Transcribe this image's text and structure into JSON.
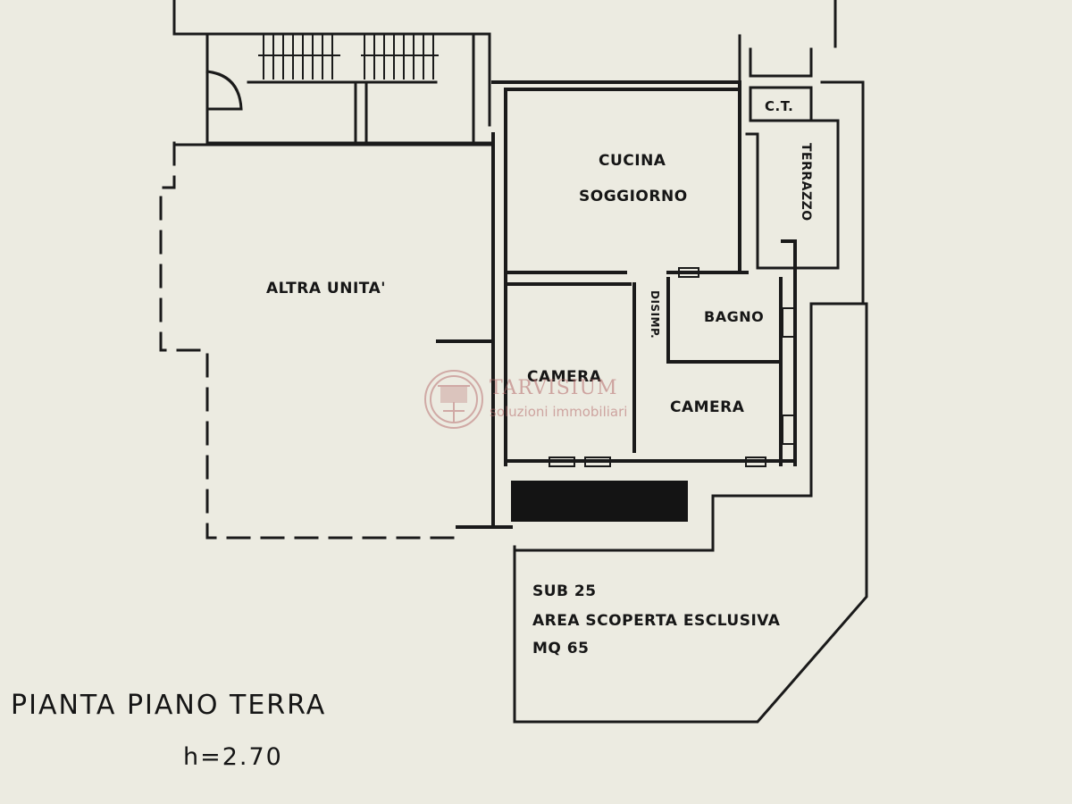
{
  "plan": {
    "rooms": {
      "altra_unita": "ALTRA UNITA'",
      "cucina": "CUCINA",
      "soggiorno": "SOGGIORNO",
      "ct": "C.T.",
      "terrazzo": "TERRAZZO",
      "disimp": "DISIMP.",
      "bagno": "BAGNO",
      "camera_1": "CAMERA",
      "camera_2": "CAMERA"
    },
    "area": {
      "sub": "SUB 25",
      "description": "AREA SCOPERTA ESCLUSIVA",
      "size": "MQ 65"
    },
    "title": "PIANTA PIANO TERRA",
    "height": "h=2.70"
  },
  "watermark": {
    "brand": "TARVISIUM",
    "tagline": "soluzioni immobiliari",
    "color": "#b56a6a"
  },
  "colors": {
    "paper": "#ecebe1",
    "ink": "#1a1a1a"
  }
}
